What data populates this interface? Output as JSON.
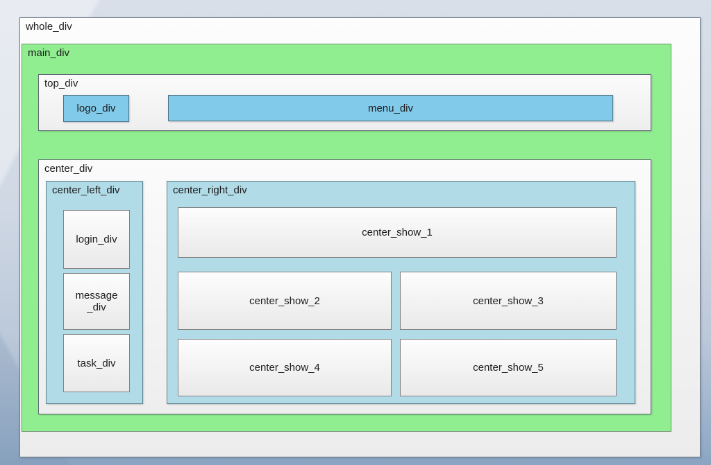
{
  "diagram": {
    "whole": {
      "label": "whole_div"
    },
    "main": {
      "label": "main_div"
    },
    "top": {
      "label": "top_div",
      "logo_label": "logo_div",
      "menu_label": "menu_div"
    },
    "center": {
      "label": "center_div",
      "left": {
        "label": "center_left_div",
        "login_label": "login_div",
        "message_label": "message\n_div",
        "task_label": "task_div"
      },
      "right": {
        "label": "center_right_div",
        "shows": [
          "center_show_1",
          "center_show_2",
          "center_show_3",
          "center_show_4",
          "center_show_5"
        ]
      }
    },
    "colors": {
      "main_bg": "#90ee90",
      "accent_blue": "#82caea",
      "panel_blue": "#b2dbe8"
    }
  }
}
